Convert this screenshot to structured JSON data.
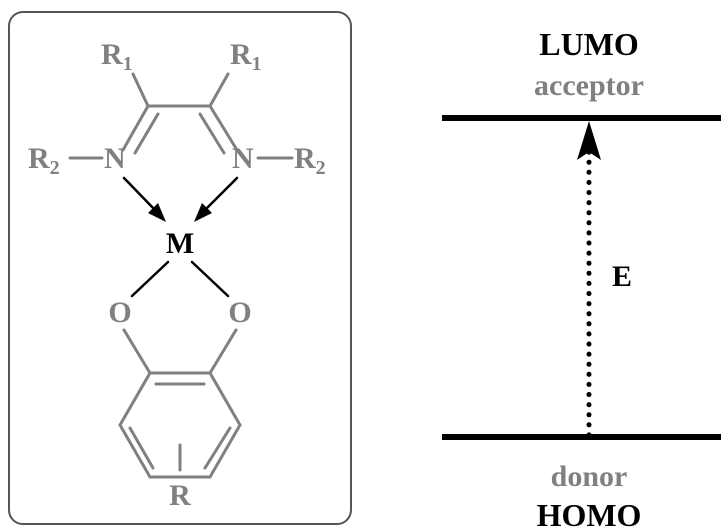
{
  "structure": {
    "substituent_r1": "R",
    "substituent_r1_sub": "1",
    "substituent_r2": "R",
    "substituent_r2_sub": "2",
    "nitrogen": "N",
    "metal": "M",
    "oxygen": "O",
    "ring_substituent": "R"
  },
  "energy_diagram": {
    "lumo_label": "LUMO",
    "lumo_role": "acceptor",
    "gap_label": "E",
    "homo_role": "donor",
    "homo_label": "HOMO"
  },
  "colors": {
    "structure_gray": "#808080",
    "ink": "#000000",
    "frame": "#555555"
  }
}
